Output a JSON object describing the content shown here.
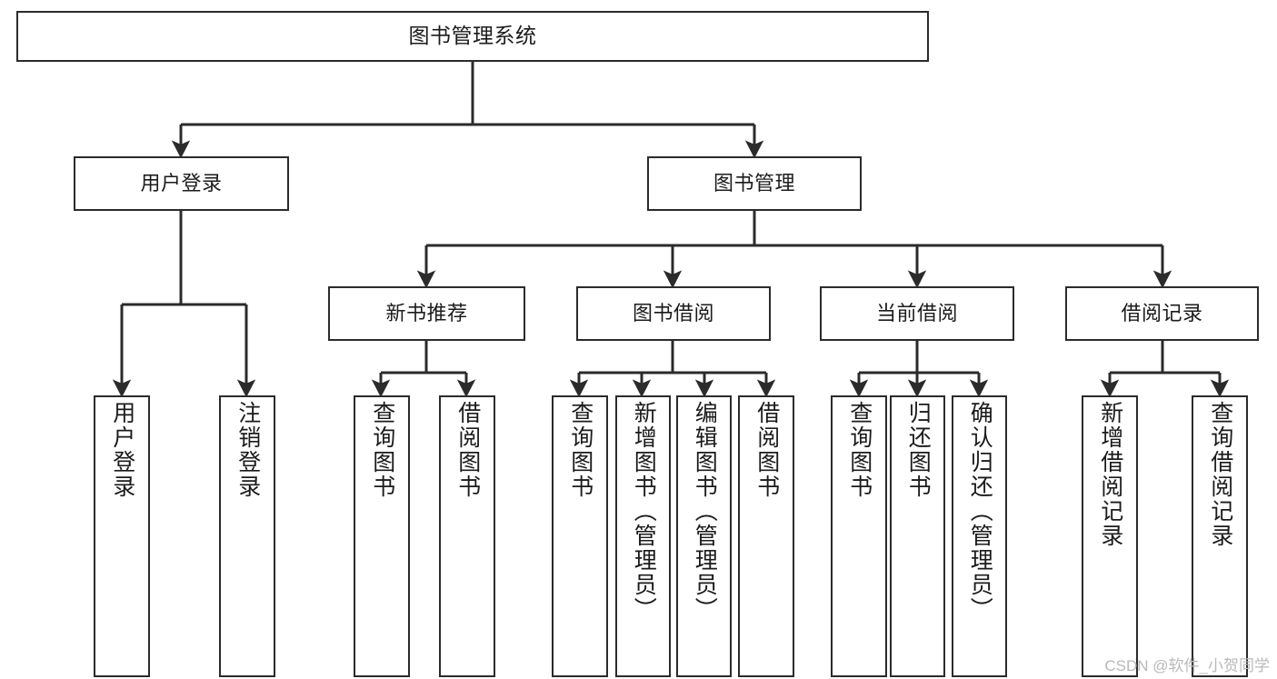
{
  "diagram": {
    "title": "图书管理系统",
    "type": "tree-hierarchy-chart",
    "root": {
      "id": "root",
      "label": "图书管理系统"
    },
    "level1": [
      {
        "id": "user-login",
        "label": "用户登录"
      },
      {
        "id": "book-manage",
        "label": "图书管理"
      }
    ],
    "level2": [
      {
        "id": "new-book-rec",
        "label": "新书推荐"
      },
      {
        "id": "book-borrow",
        "label": "图书借阅"
      },
      {
        "id": "current-borrow",
        "label": "当前借阅"
      },
      {
        "id": "borrow-record",
        "label": "借阅记录"
      }
    ],
    "leaves": [
      {
        "id": "leaf-user-login",
        "label": "用户登录",
        "parent": "user-login"
      },
      {
        "id": "leaf-logout",
        "label": "注销登录",
        "parent": "user-login"
      },
      {
        "id": "leaf-query-book-1",
        "label": "查询图书",
        "parent": "new-book-rec"
      },
      {
        "id": "leaf-borrow-book-1",
        "label": "借阅图书",
        "parent": "new-book-rec"
      },
      {
        "id": "leaf-query-book-2",
        "label": "查询图书",
        "parent": "book-borrow"
      },
      {
        "id": "leaf-add-book",
        "label": "新增图书（管理员）",
        "parent": "book-borrow"
      },
      {
        "id": "leaf-edit-book",
        "label": "编辑图书（管理员）",
        "parent": "book-borrow"
      },
      {
        "id": "leaf-borrow-book-2",
        "label": "借阅图书",
        "parent": "book-borrow"
      },
      {
        "id": "leaf-query-book-3",
        "label": "查询图书",
        "parent": "current-borrow"
      },
      {
        "id": "leaf-return-book",
        "label": "归还图书",
        "parent": "current-borrow"
      },
      {
        "id": "leaf-confirm-return",
        "label": "确认归还（管理员）",
        "parent": "current-borrow"
      },
      {
        "id": "leaf-add-record",
        "label": "新增借阅记录",
        "parent": "borrow-record"
      },
      {
        "id": "leaf-query-record",
        "label": "查询借阅记录",
        "parent": "borrow-record"
      }
    ],
    "colors": {
      "stroke": "#2b2b2b",
      "fill": "#ffffff",
      "text": "#1b1b1b",
      "watermark": "#b9b9b9"
    }
  },
  "watermark": {
    "text": "CSDN @软件_小贺同学"
  }
}
